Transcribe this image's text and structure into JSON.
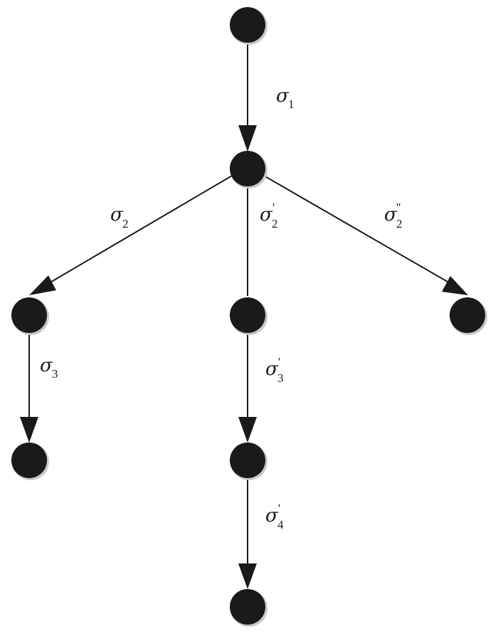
{
  "diagram": {
    "edges": [
      {
        "symbol": "σ",
        "subscript": "1",
        "prime": ""
      },
      {
        "symbol": "σ",
        "subscript": "2",
        "prime": ""
      },
      {
        "symbol": "σ",
        "subscript": "2",
        "prime": "'"
      },
      {
        "symbol": "σ",
        "subscript": "2",
        "prime": "''"
      },
      {
        "symbol": "σ",
        "subscript": "3",
        "prime": ""
      },
      {
        "symbol": "σ",
        "subscript": "3",
        "prime": "'"
      },
      {
        "symbol": "σ",
        "subscript": "4",
        "prime": "'"
      }
    ],
    "colors": {
      "node": "#1a1a1a",
      "edge": "#1a1a1a",
      "background": "#ffffff"
    }
  }
}
